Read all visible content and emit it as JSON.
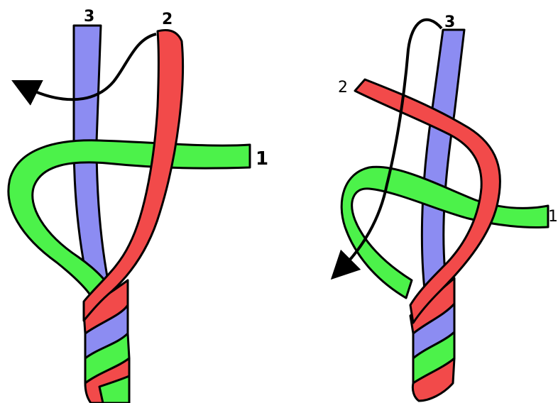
{
  "colors": {
    "strand_1": "#4cf24a",
    "strand_2": "#f24a4a",
    "strand_3": "#8c8cf2",
    "outline": "#000000",
    "arrow": "#000000"
  },
  "left_panel": {
    "label_1": "1",
    "label_2": "2",
    "label_3": "3"
  },
  "right_panel": {
    "label_1": "1",
    "label_2": "2",
    "label_3": "3"
  }
}
